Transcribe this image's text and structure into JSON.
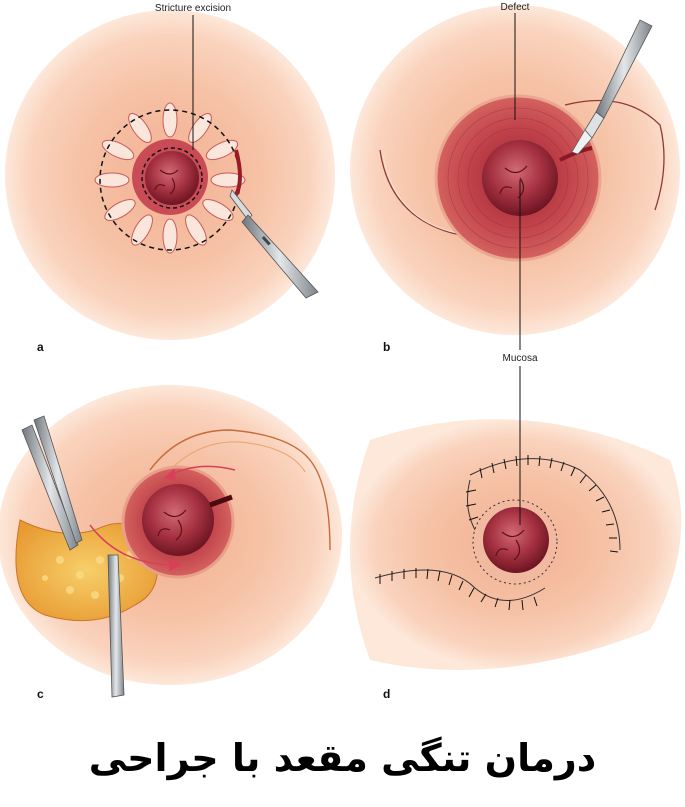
{
  "labels": {
    "stricture_excision": "Stricture excision",
    "defect": "Defect",
    "mucosa": "Mucosa"
  },
  "panels": [
    "a",
    "b",
    "c",
    "d"
  ],
  "caption": "درمان تنگی مقعد با جراحی",
  "colors": {
    "skin_light": "#fbd9c3",
    "skin_mid": "#f4b89a",
    "mucosa_dark": "#8e2030",
    "mucosa_mid": "#c2424f",
    "defect_red": "#b8333d",
    "fat_yellow": "#f2b545",
    "steel": "#9aa0a6"
  }
}
